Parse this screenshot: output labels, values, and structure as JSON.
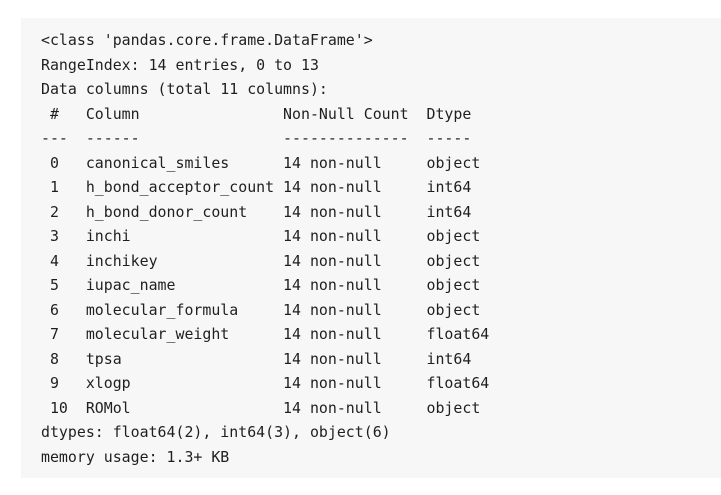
{
  "output": {
    "lines": [
      "<class 'pandas.core.frame.DataFrame'>",
      "RangeIndex: 14 entries, 0 to 13",
      "Data columns (total 11 columns):",
      " #   Column                Non-Null Count  Dtype  ",
      "---  ------                --------------  -----  ",
      " 0   canonical_smiles      14 non-null     object ",
      " 1   h_bond_acceptor_count 14 non-null     int64  ",
      " 2   h_bond_donor_count    14 non-null     int64  ",
      " 3   inchi                 14 non-null     object ",
      " 4   inchikey              14 non-null     object ",
      " 5   iupac_name            14 non-null     object ",
      " 6   molecular_formula     14 non-null     object ",
      " 7   molecular_weight      14 non-null     float64",
      " 8   tpsa                  14 non-null     int64  ",
      " 9   xlogp                 14 non-null     float64",
      " 10  ROMol                 14 non-null     object ",
      "dtypes: float64(2), int64(3), object(6)",
      "memory usage: 1.3+ KB"
    ]
  }
}
